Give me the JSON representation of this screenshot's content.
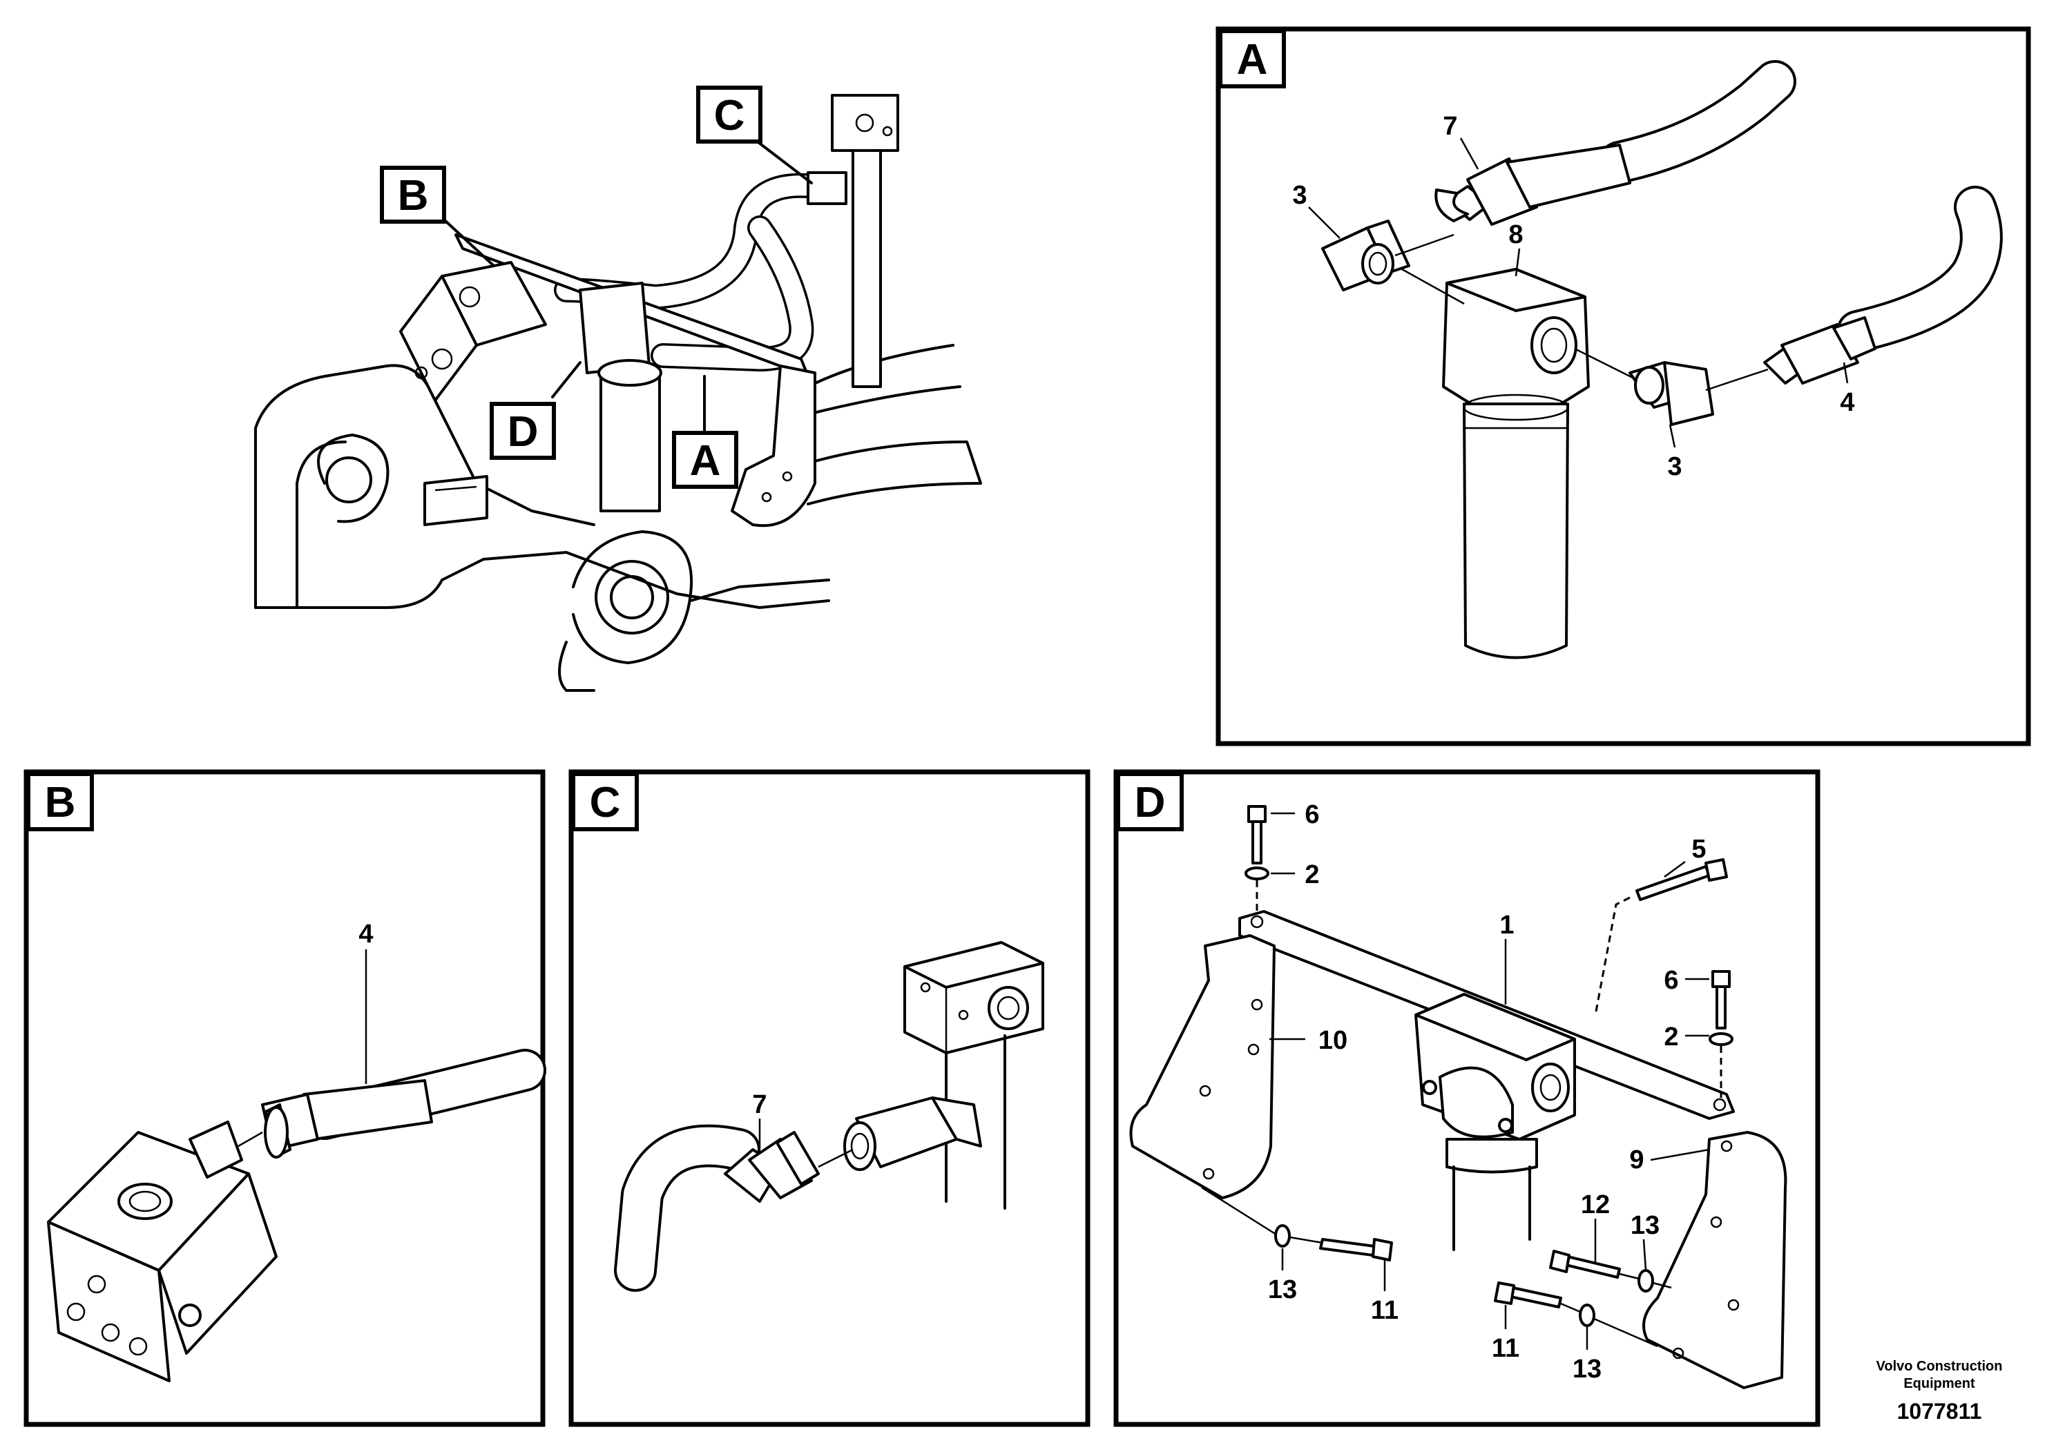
{
  "overview": {
    "tags": [
      "A",
      "B",
      "C",
      "D"
    ]
  },
  "panels": {
    "A": {
      "label": "A",
      "callouts": [
        "7",
        "3",
        "8",
        "3",
        "4"
      ]
    },
    "B": {
      "label": "B",
      "callouts": [
        "4"
      ]
    },
    "C": {
      "label": "C",
      "callouts": [
        "7"
      ]
    },
    "D": {
      "label": "D",
      "callouts": [
        "6",
        "2",
        "5",
        "1",
        "6",
        "2",
        "10",
        "9",
        "12",
        "13",
        "13",
        "11",
        "11",
        "13"
      ]
    }
  },
  "footer": {
    "brand_line1": "Volvo Construction",
    "brand_line2": "Equipment",
    "doc_number": "1077811"
  }
}
